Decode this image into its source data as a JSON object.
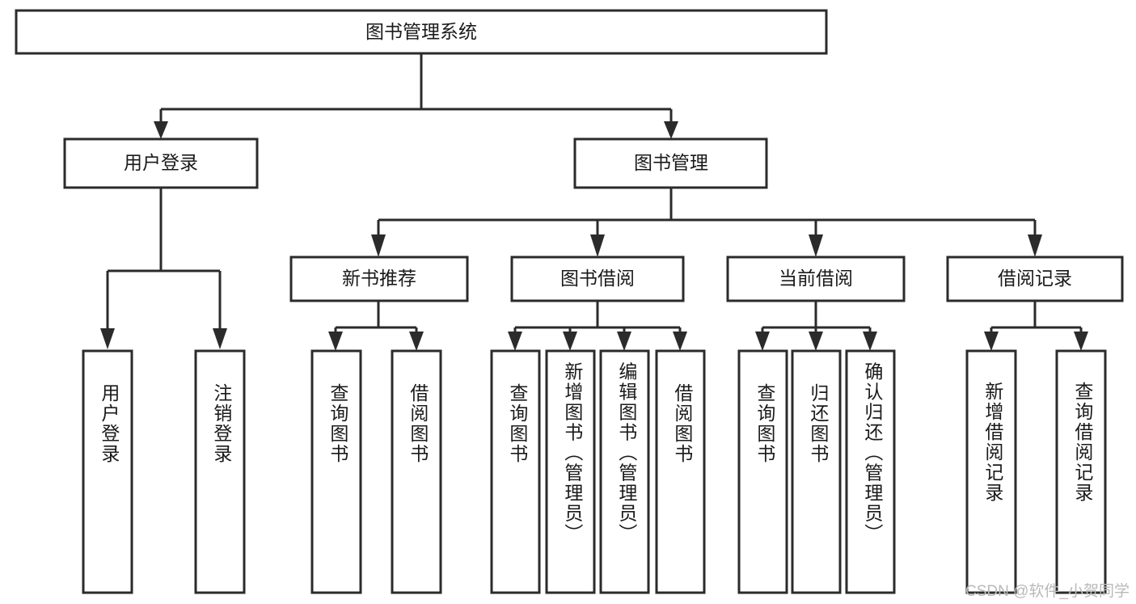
{
  "diagram": {
    "type": "tree-hierarchy",
    "title": "图书管理系统",
    "orientation": "top-down",
    "colors": {
      "box_stroke": "#2b2b2b",
      "box_fill": "#ffffff",
      "connector": "#2b2b2b",
      "label_text": "#1a1a1a",
      "watermark_text": "#b9b9b9",
      "background": "#ffffff"
    },
    "root": {
      "label": "图书管理系统"
    },
    "level2": [
      {
        "label": "用户登录"
      },
      {
        "label": "图书管理"
      }
    ],
    "level3": [
      {
        "label": "新书推荐"
      },
      {
        "label": "图书借阅"
      },
      {
        "label": "当前借阅"
      },
      {
        "label": "借阅记录"
      }
    ],
    "leaves": {
      "user_login": [
        {
          "label": "用户登录"
        },
        {
          "label": "注销登录"
        }
      ],
      "new_book_recommend": [
        {
          "label": "查询图书"
        },
        {
          "label": "借阅图书"
        }
      ],
      "book_borrow": [
        {
          "label": "查询图书"
        },
        {
          "label": "新增图书（管理员）"
        },
        {
          "label": "编辑图书（管理员）"
        },
        {
          "label": "借阅图书"
        }
      ],
      "current_borrow": [
        {
          "label": "查询图书"
        },
        {
          "label": "归还图书"
        },
        {
          "label": "确认归还（管理员）"
        }
      ],
      "borrow_records": [
        {
          "label": "新增借阅记录"
        },
        {
          "label": "查询借阅记录"
        }
      ]
    }
  },
  "watermark": {
    "text": "CSDN @软件_小贺同学"
  }
}
